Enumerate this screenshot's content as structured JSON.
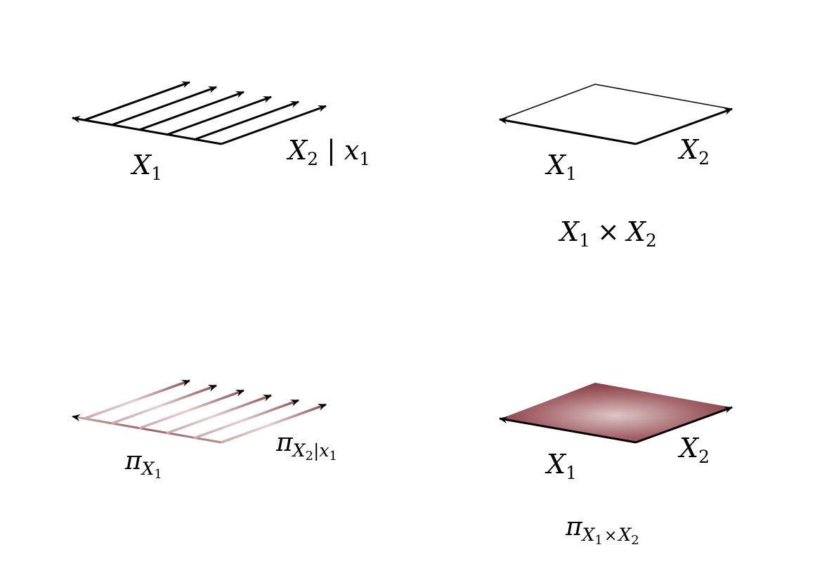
{
  "panels": {
    "top_left": {
      "axis_a": {
        "main": "X",
        "sub": "1"
      },
      "axis_b": {
        "main": "X",
        "sub": "2",
        "cond": "| x",
        "cond_sub": "1"
      }
    },
    "top_right": {
      "axis_a": {
        "main": "X",
        "sub": "1"
      },
      "axis_b": {
        "main": "X",
        "sub": "2"
      },
      "caption": {
        "a": "X",
        "a_sub": "1",
        "op": "×",
        "b": "X",
        "b_sub": "2"
      }
    },
    "bottom_left": {
      "axis_a": {
        "main": "π",
        "sub": "X",
        "sub_sub": "1"
      },
      "axis_b": {
        "main": "π",
        "sub": "X",
        "sub_sub": "2",
        "sub_rest": "|x",
        "sub_rest_sub": "1"
      }
    },
    "bottom_right": {
      "axis_a": {
        "main": "X",
        "sub": "1"
      },
      "axis_b": {
        "main": "X",
        "sub": "2"
      },
      "caption": {
        "main": "π",
        "sub": "X",
        "sub_a": "1",
        "op": "×",
        "sub_b": "X",
        "sub_b_sub": "2"
      }
    }
  },
  "colors": {
    "ink": "#000000",
    "density_dark": "#7a2e33",
    "density_light": "#d9c3c5"
  }
}
